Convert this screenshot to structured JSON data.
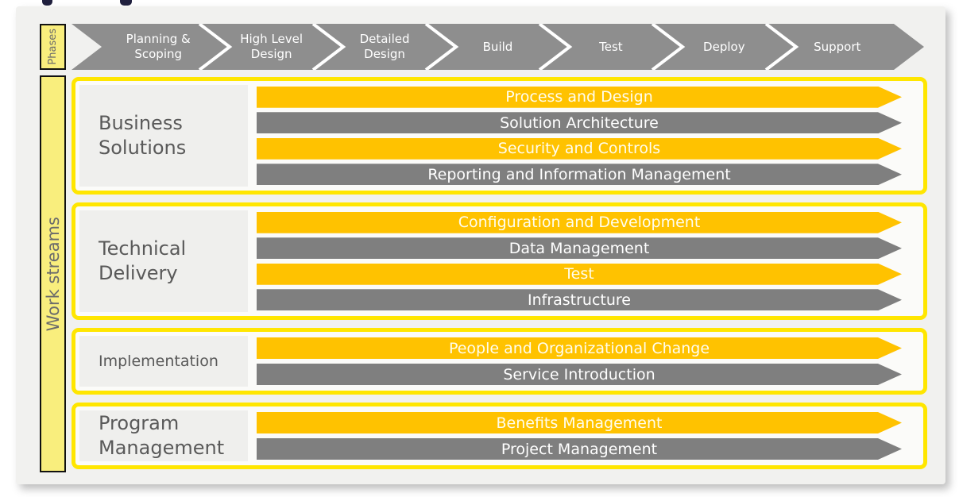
{
  "diagram": {
    "phases_label": "Phases",
    "workstreams_label": "Work streams",
    "phases": [
      "Planning &\nScoping",
      "High Level\nDesign",
      "Detailed\nDesign",
      "Build",
      "Test",
      "Deploy",
      "Support"
    ],
    "workstreams": [
      {
        "name": "Business Solutions",
        "tracks": [
          {
            "label": "Process and Design",
            "color": "amber"
          },
          {
            "label": "Solution Architecture",
            "color": "gray"
          },
          {
            "label": "Security and Controls",
            "color": "amber"
          },
          {
            "label": "Reporting and Information Management",
            "color": "gray"
          }
        ]
      },
      {
        "name": "Technical Delivery",
        "tracks": [
          {
            "label": "Configuration and Development",
            "color": "amber"
          },
          {
            "label": "Data Management",
            "color": "gray"
          },
          {
            "label": "Test",
            "color": "amber"
          },
          {
            "label": "Infrastructure",
            "color": "gray"
          }
        ]
      },
      {
        "name": "Implementation",
        "tracks": [
          {
            "label": "People and Organizational Change",
            "color": "amber"
          },
          {
            "label": "Service Introduction",
            "color": "gray"
          }
        ]
      },
      {
        "name": "Program Management",
        "tracks": [
          {
            "label": "Benefits Management",
            "color": "amber"
          },
          {
            "label": "Project Management",
            "color": "gray"
          }
        ]
      }
    ],
    "colors": {
      "amber_arrow": "#FFC200",
      "gray_arrow": "#7F7F7F",
      "band_gray": "#8E8E8E",
      "box_border_yellow": "#FFE600",
      "soft_yellow": "#F9EE7D",
      "panel_bg": "#F1F1EF",
      "label_text_gray": "#595959"
    }
  }
}
